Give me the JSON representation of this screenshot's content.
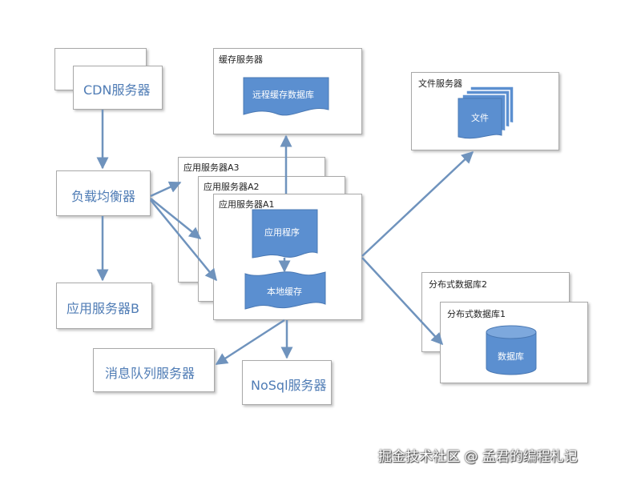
{
  "nodes": {
    "cdn": "CDN服务器",
    "load_balancer": "负载均衡器",
    "app_server_b": "应用服务器B",
    "message_queue": "消息队列服务器",
    "nosql": "NoSql服务器",
    "cache_server": "缓存服务器",
    "remote_cache_db": "远程缓存数据库",
    "app_server_a3": "应用服务器A3",
    "app_server_a2": "应用服务器A2",
    "app_server_a1": "应用服务器A1",
    "app_program": "应用程序",
    "local_cache": "本地缓存",
    "file_server": "文件服务器",
    "file": "文件",
    "distributed_db2": "分布式数据库2",
    "distributed_db1": "分布式数据库1",
    "database": "数据库"
  },
  "watermark": "掘金技术社区 @ 孟君的编程札记",
  "colors": {
    "accent": "#4f7cb5",
    "shape_fill": "#5b8fd0",
    "arrow": "#6f93bd"
  }
}
